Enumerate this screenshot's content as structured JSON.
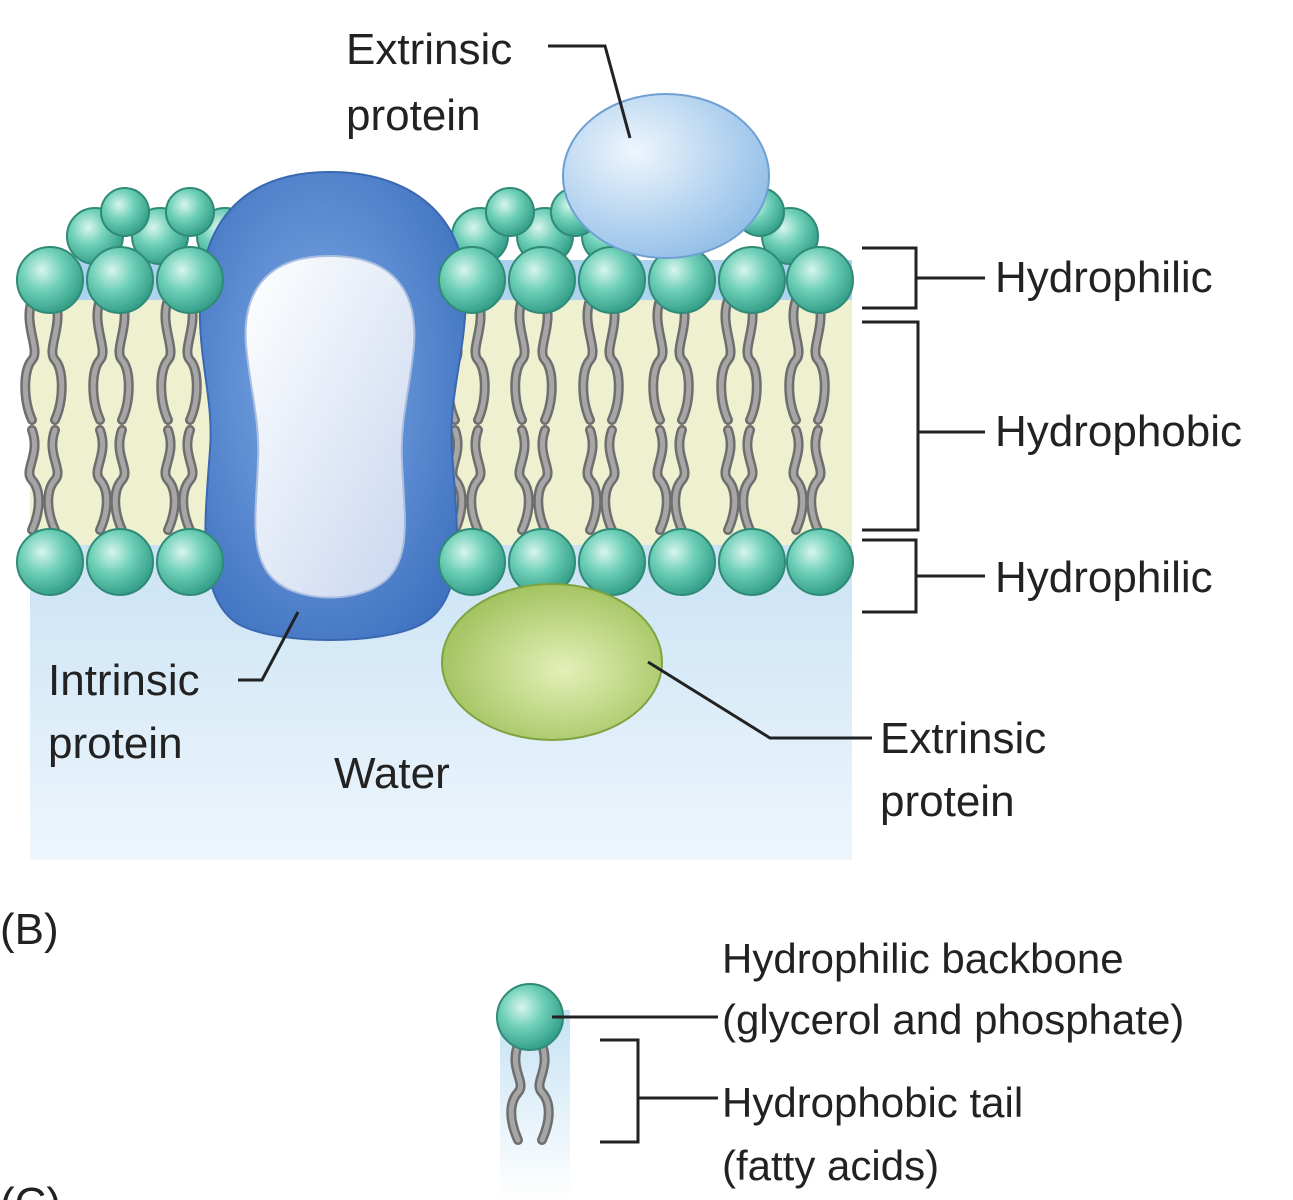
{
  "labels": {
    "extrinsic_top": [
      "Extrinsic",
      "protein"
    ],
    "hydrophilic_upper": "Hydrophilic",
    "hydrophobic": "Hydrophobic",
    "hydrophilic_lower": "Hydrophilic",
    "intrinsic": [
      "Intrinsic",
      "protein"
    ],
    "water": "Water",
    "extrinsic_bottom": [
      "Extrinsic",
      "protein"
    ],
    "panel_b": "(B)",
    "legend_head": [
      "Hydrophilic backbone",
      "(glycerol and phosphate)"
    ],
    "legend_tail": [
      "Hydrophobic tail",
      "(fatty acids)"
    ],
    "panel_c_partial": "(C)"
  },
  "colors": {
    "water": "#a9d2ee",
    "lipid_core": "#eef0d0",
    "head": "#4dbfa5",
    "tail": "#8c8c8c",
    "intrinsic_protein": "#4f86cf",
    "extrinsic_top_protein": "#b5d3ef",
    "extrinsic_bottom_protein": "#b3cf6a"
  }
}
